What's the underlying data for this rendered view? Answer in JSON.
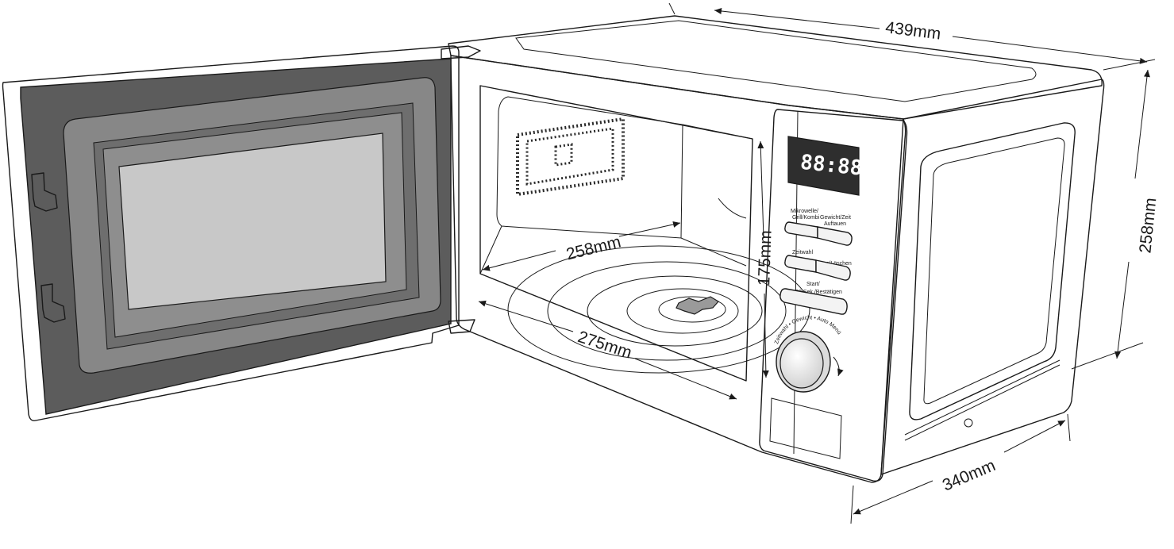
{
  "dimensions": {
    "width": "439mm",
    "height": "258mm",
    "depth": "340mm",
    "inner_depth": "258mm",
    "inner_height": "175mm",
    "inner_width": "275mm"
  },
  "display": {
    "text": "88:88"
  },
  "buttons": {
    "mikrowelle_line1": "Mikrowelle/",
    "mikrowelle_line2": "Grill/Kombi",
    "gewicht_line1": "Gewicht/Zeit",
    "gewicht_line2": "Auftauen",
    "zeitwahl": "Zeitwahl",
    "stop": "Stop/Löschen",
    "start_line1": "Start/",
    "start_line2": "+30 Sek./Bestätigen"
  },
  "dial": {
    "label": "Zeitwahl • Gewicht • Auto Menü"
  }
}
